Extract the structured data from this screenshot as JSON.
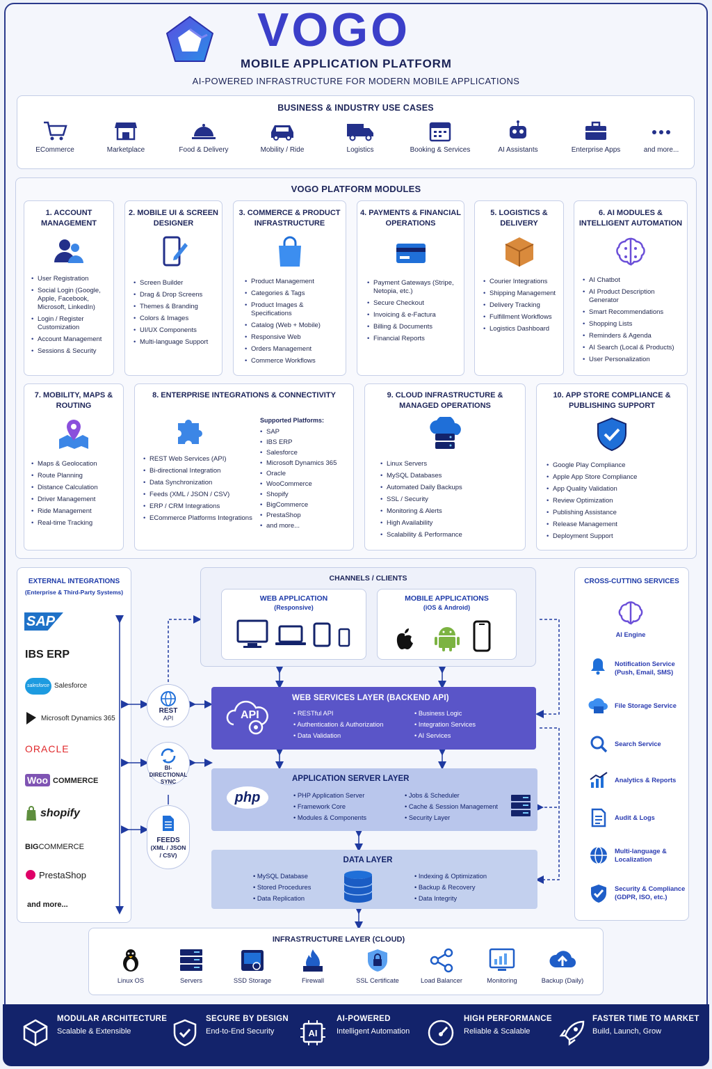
{
  "header": {
    "brand": "VOGO",
    "title": "MOBILE APPLICATION PLATFORM",
    "subtitle": "AI-POWERED INFRASTRUCTURE FOR MODERN MOBILE APPLICATIONS"
  },
  "usecases": {
    "title": "BUSINESS & INDUSTRY USE CASES",
    "items": [
      "ECommerce",
      "Marketplace",
      "Food & Delivery",
      "Mobility / Ride",
      "Logistics",
      "Booking & Services",
      "AI Assistants",
      "Enterprise Apps",
      "and more..."
    ]
  },
  "modules": {
    "title": "VOGO PLATFORM MODULES",
    "m1": {
      "title": "1. ACCOUNT MANAGEMENT",
      "items": [
        "User Registration",
        "Social Login (Google, Apple, Facebook, Microsoft, LinkedIn)",
        "Login / Register Customization",
        "Account Management",
        "Sessions & Security"
      ]
    },
    "m2": {
      "title": "2. MOBILE UI & SCREEN DESIGNER",
      "items": [
        "Screen Builder",
        "Drag & Drop Screens",
        "Themes & Branding",
        "Colors & Images",
        "UI/UX Components",
        "Multi-language Support"
      ]
    },
    "m3": {
      "title": "3. COMMERCE & PRODUCT INFRASTRUCTURE",
      "items": [
        "Product Management",
        "Categories & Tags",
        "Product Images & Specifications",
        "Catalog (Web + Mobile)",
        "Responsive Web",
        "Orders Management",
        "Commerce Workflows"
      ]
    },
    "m4": {
      "title": "4. PAYMENTS & FINANCIAL OPERATIONS",
      "items": [
        "Payment Gateways (Stripe, Netopia, etc.)",
        "Secure Checkout",
        "Invoicing & e-Factura",
        "Billing & Documents",
        "Financial Reports"
      ]
    },
    "m5": {
      "title": "5. LOGISTICS & DELIVERY",
      "items": [
        "Courier Integrations",
        "Shipping Management",
        "Delivery Tracking",
        "Fulfillment Workflows",
        "Logistics Dashboard"
      ]
    },
    "m6": {
      "title": "6. AI MODULES & INTELLIGENT AUTOMATION",
      "items": [
        "AI Chatbot",
        "AI Product Description Generator",
        "Smart Recommendations",
        "Shopping Lists",
        "Reminders & Agenda",
        "AI Search (Local & Products)",
        "User Personalization"
      ]
    },
    "m7": {
      "title": "7. MOBILITY, MAPS & ROUTING",
      "items": [
        "Maps & Geolocation",
        "Route Planning",
        "Distance Calculation",
        "Driver Management",
        "Ride Management",
        "Real-time Tracking"
      ]
    },
    "m8": {
      "title": "8. ENTERPRISE INTEGRATIONS & CONNECTIVITY",
      "items": [
        "REST Web Services (API)",
        "Bi-directional Integration",
        "Data Synchronization",
        "Feeds (XML / JSON / CSV)",
        "ERP / CRM Integrations",
        "ECommerce Platforms Integrations"
      ],
      "platforms_title": "Supported Platforms:",
      "platforms": [
        "SAP",
        "IBS ERP",
        "Salesforce",
        "Microsoft Dynamics 365",
        "Oracle",
        "WooCommerce",
        "Shopify",
        "BigCommerce",
        "PrestaShop",
        "and more..."
      ]
    },
    "m9": {
      "title": "9. CLOUD INFRASTRUCTURE & MANAGED OPERATIONS",
      "items": [
        "Linux Servers",
        "MySQL Databases",
        "Automated Daily Backups",
        "SSL / Security",
        "Monitoring & Alerts",
        "High Availability",
        "Scalability & Performance"
      ]
    },
    "m10": {
      "title": "10. APP STORE COMPLIANCE & PUBLISHING SUPPORT",
      "items": [
        "Google Play Compliance",
        "Apple App Store Compliance",
        "App Quality Validation",
        "Review Optimization",
        "Publishing Assistance",
        "Release Management",
        "Deployment Support"
      ]
    }
  },
  "external": {
    "title": "EXTERNAL INTEGRATIONS",
    "subtitle": "(Enterprise & Third-Party Systems)",
    "sap": "SAP",
    "ibs": "IBS ERP",
    "salesforce": "Salesforce",
    "salesforce_logo": "salesforce",
    "msd": "Microsoft Dynamics 365",
    "oracle": "ORACLE",
    "woo_a": "Woo",
    "woo_b": "COMMERCE",
    "shopify": "shopify",
    "big_a": "BIG",
    "big_b": "COMMERCE",
    "presta": "PrestaShop",
    "more": "and more..."
  },
  "connectors": {
    "rest": "REST",
    "rest_sub": "API",
    "sync": "BI-DIRECTIONAL SYNC",
    "feeds": "FEEDS",
    "feeds_sub": "(XML / JSON / CSV)"
  },
  "channels": {
    "title": "CHANNELS / CLIENTS",
    "web_title": "WEB APPLICATION",
    "web_sub": "(Responsive)",
    "mobile_title": "MOBILE APPLICATIONS",
    "mobile_sub": "(iOS & Android)"
  },
  "api_layer": {
    "title": "WEB SERVICES LAYER (BACKEND API)",
    "badge": "API",
    "left": [
      "RESTful API",
      "Authentication & Authorization",
      "Data Validation"
    ],
    "right": [
      "Business Logic",
      "Integration Services",
      "AI Services"
    ]
  },
  "app_layer": {
    "title": "APPLICATION SERVER LAYER",
    "badge": "php",
    "left": [
      "PHP Application Server",
      "Framework Core",
      "Modules & Components"
    ],
    "right": [
      "Jobs & Scheduler",
      "Cache & Session Management",
      "Security Layer"
    ]
  },
  "data_layer": {
    "title": "DATA LAYER",
    "left": [
      "MySQL Database",
      "Stored Procedures",
      "Data Replication"
    ],
    "right": [
      "Indexing & Optimization",
      "Backup & Recovery",
      "Data Integrity"
    ]
  },
  "cross": {
    "title": "CROSS-CUTTING SERVICES",
    "ai": "AI Engine",
    "items": [
      "Notification Service (Push, Email, SMS)",
      "File Storage Service",
      "Search Service",
      "Analytics & Reports",
      "Audit & Logs",
      "Multi-language & Localization",
      "Security & Compliance (GDPR, ISO, etc.)"
    ]
  },
  "infra": {
    "title": "INFRASTRUCTURE LAYER (CLOUD)",
    "items": [
      "Linux OS",
      "Servers",
      "SSD Storage",
      "Firewall",
      "SSL Certificate",
      "Load Balancer",
      "Monitoring",
      "Backup (Daily)"
    ]
  },
  "footer": [
    {
      "t": "MODULAR ARCHITECTURE",
      "s": "Scalable & Extensible"
    },
    {
      "t": "SECURE BY DESIGN",
      "s": "End-to-End Security"
    },
    {
      "t": "AI-POWERED",
      "s": "Intelligent Automation"
    },
    {
      "t": "HIGH PERFORMANCE",
      "s": "Reliable & Scalable"
    },
    {
      "t": "FASTER TIME TO MARKET",
      "s": "Build, Launch, Grow"
    }
  ],
  "colors": {
    "brand": "#3b3fc9",
    "navy": "#13236b",
    "api": "#5a55c8",
    "app": "#aebde8",
    "data": "#bccbec"
  }
}
